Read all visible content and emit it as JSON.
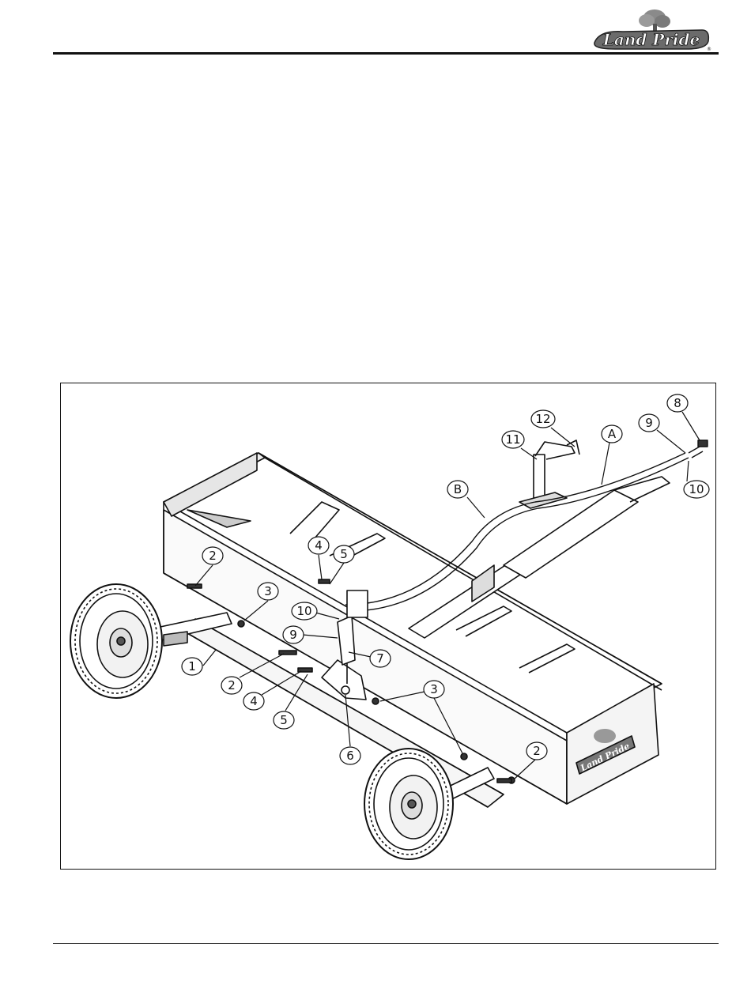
{
  "header": {
    "logo_text": "Land Pride"
  },
  "figure": {
    "callouts": {
      "c1": "1",
      "c2a": "2",
      "c2b": "2",
      "c2c": "2",
      "c3a": "3",
      "c3b": "3",
      "c4a": "4",
      "c4b": "4",
      "c5a": "5",
      "c5b": "5",
      "c6": "6",
      "c7": "7",
      "c8": "8",
      "c9a": "9",
      "c9b": "9",
      "c10a": "10",
      "c10b": "10",
      "c11": "11",
      "c12": "12",
      "cA": "A",
      "cB": "B"
    },
    "box_logo_text": "Land Pride"
  }
}
